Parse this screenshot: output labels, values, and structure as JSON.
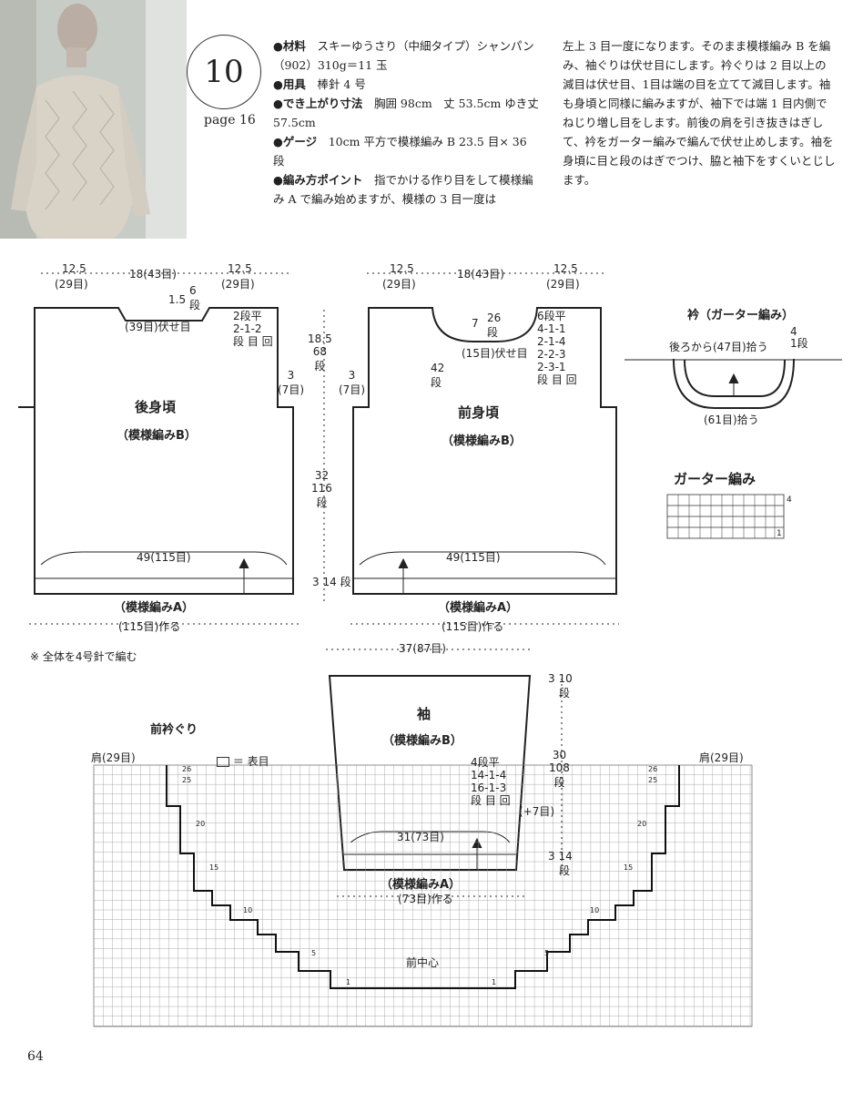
{
  "header": {
    "pattern_number": "10",
    "page_ref": "page 16"
  },
  "specs": [
    {
      "label": "●材料",
      "text": "スキーゆうさり（中細タイプ）シャンパン（902）310g＝11 玉"
    },
    {
      "label": "●用具",
      "text": "棒針 4 号"
    },
    {
      "label": "●でき上がり寸法",
      "text": "胸囲 98cm　丈 53.5cm ゆき丈 57.5cm"
    },
    {
      "label": "●ゲージ",
      "text": "10cm 平方で模様編み B 23.5 目× 36 段"
    },
    {
      "label": "●編み方ポイント",
      "text": "指でかける作り目をして模様編み A で編み始めますが、模様の 3 目一度は"
    }
  ],
  "instructions": "左上 3 目一度になります。そのまま模様編み B を編み、袖ぐりは伏せ目にします。衿ぐりは 2 目以上の減目は伏せ目、1目は端の目を立てて減目します。袖も身頃と同様に編みますが、袖下では端 1 目内側でねじり増し目をします。前後の肩を引き抜きはぎして、衿をガーター編みで編んで伏せ止めします。袖を身頃に目と段のはぎでつけ、脇と袖下をすくいとじします。",
  "back": {
    "title": "後身頃",
    "pattern": "（模様編みB）",
    "top_dims": [
      "12.5",
      "18(43目)",
      "12.5"
    ],
    "top_sts": [
      "(29目)",
      "(29目)"
    ],
    "neck_rows": [
      "6",
      "段"
    ],
    "neck_depth": "1.5",
    "neck_bind": "(39目)伏せ目",
    "neck_dec": [
      "2段平",
      "2-1-2",
      "段 目 回"
    ],
    "side": [
      "3",
      "(7目)"
    ],
    "width": "49(115目)",
    "hem": "（模様編みA）",
    "cast_on": "(115目)作る"
  },
  "front": {
    "title": "前身頃",
    "pattern": "（模様編みB）",
    "top_dims": [
      "12.5",
      "18(43目)",
      "12.5"
    ],
    "top_sts": [
      "(29目)",
      "(29目)"
    ],
    "neck_depth": "7",
    "neck_rows": [
      "26",
      "段"
    ],
    "neck_bind": "(15目)伏せ目",
    "neck_dec": [
      "6段平",
      "4-1-1",
      "2-1-4",
      "2-2-3",
      "2-3-1",
      "段 目 回"
    ],
    "front_rows": [
      "42",
      "段"
    ],
    "side": [
      "3",
      "(7目)"
    ],
    "width": "49(115目)",
    "hem": "（模様編みA）",
    "cast_on": "(115目)作る"
  },
  "vertical_dims": {
    "total": [
      "18.5",
      "68",
      "段"
    ],
    "body": [
      "32",
      "116",
      "段"
    ],
    "hem": [
      "3",
      "14",
      "段"
    ]
  },
  "collar": {
    "title": "衿（ガーター編み）",
    "back_pick": "後ろから(47目)拾う",
    "rows": [
      "4",
      "1段"
    ],
    "front_pick": "(61目)拾う"
  },
  "garter": {
    "title": "ガーター編み",
    "rows": [
      "4",
      "1"
    ]
  },
  "note": "※ 全体を4号針で編む",
  "sleeve": {
    "title": "袖",
    "pattern": "（模様編みB）",
    "top": "37(87目)",
    "top_rows": [
      "3",
      "10",
      "段"
    ],
    "mid": [
      "30",
      "108",
      "段"
    ],
    "inc_note": "(+7目)",
    "inc": [
      "4段平",
      "14-1-4",
      "16-1-3",
      "段 目 回"
    ],
    "width": "31(73目)",
    "hem_rows": [
      "3",
      "14",
      "段"
    ],
    "hem": "（模様編みA）",
    "cast_on": "(73目)作る"
  },
  "chart": {
    "title": "前衿ぐり",
    "legend": "＝ 表目",
    "shoulder": "肩(29目)",
    "center": "前中心",
    "row_labels": [
      "26",
      "25",
      "20",
      "15",
      "10",
      "5",
      "1"
    ]
  },
  "page_footer": "64"
}
